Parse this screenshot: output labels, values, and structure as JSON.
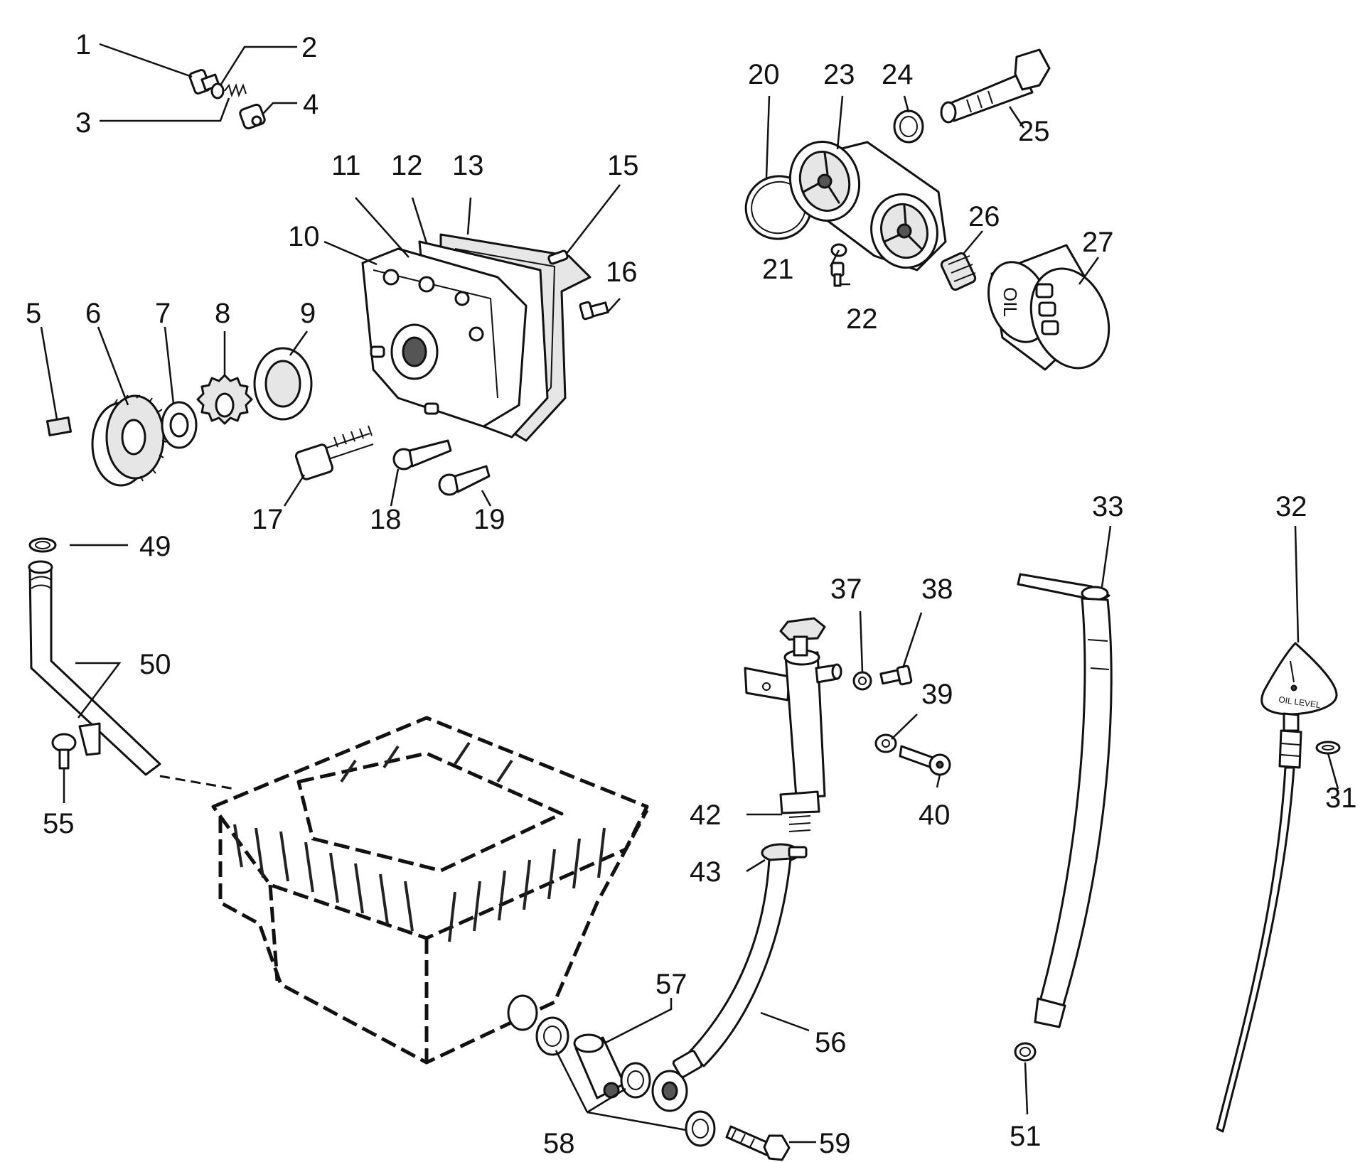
{
  "labels": [
    "1",
    "2",
    "3",
    "4",
    "5",
    "6",
    "7",
    "8",
    "9",
    "10",
    "11",
    "12",
    "13",
    "15",
    "16",
    "17",
    "18",
    "19",
    "20",
    "21",
    "22",
    "23",
    "24",
    "25",
    "26",
    "27",
    "31",
    "32",
    "33",
    "37",
    "38",
    "39",
    "40",
    "42",
    "43",
    "49",
    "50",
    "51",
    "55",
    "56",
    "57",
    "58",
    "59"
  ],
  "oil_filter_text": "OIL",
  "dipstick_text": "OIL LEVEL"
}
